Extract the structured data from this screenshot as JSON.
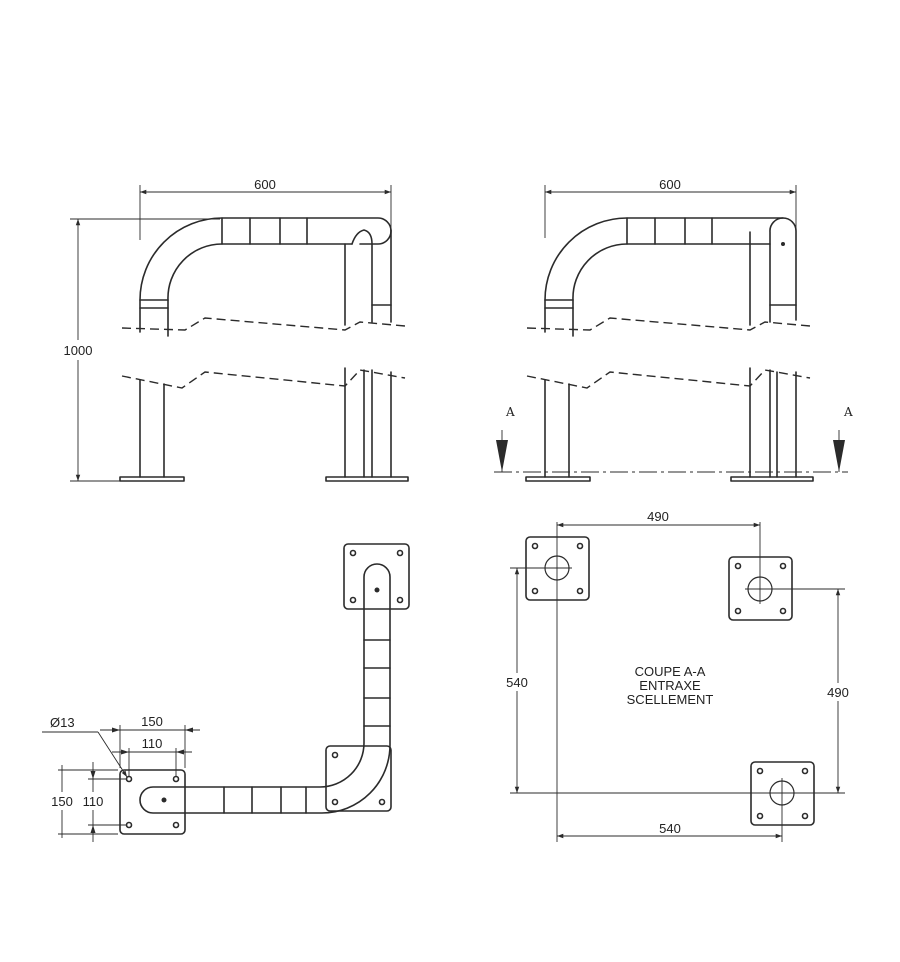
{
  "front_view": {
    "width_label": "600",
    "height_label": "1000"
  },
  "side_view": {
    "width_label": "600",
    "section_mark_left": "A",
    "section_mark_right": "A"
  },
  "plan_view": {
    "hole_label": "Ø13",
    "outer_width_label": "150",
    "inner_width_label": "110",
    "outer_height_label": "150",
    "inner_height_label": "110"
  },
  "section_view": {
    "title_lines": [
      "COUPE A-A",
      "ENTRAXE",
      "SCELLEMENT"
    ],
    "top_label": "490",
    "left_label": "540",
    "right_label": "490",
    "bottom_label": "540"
  }
}
